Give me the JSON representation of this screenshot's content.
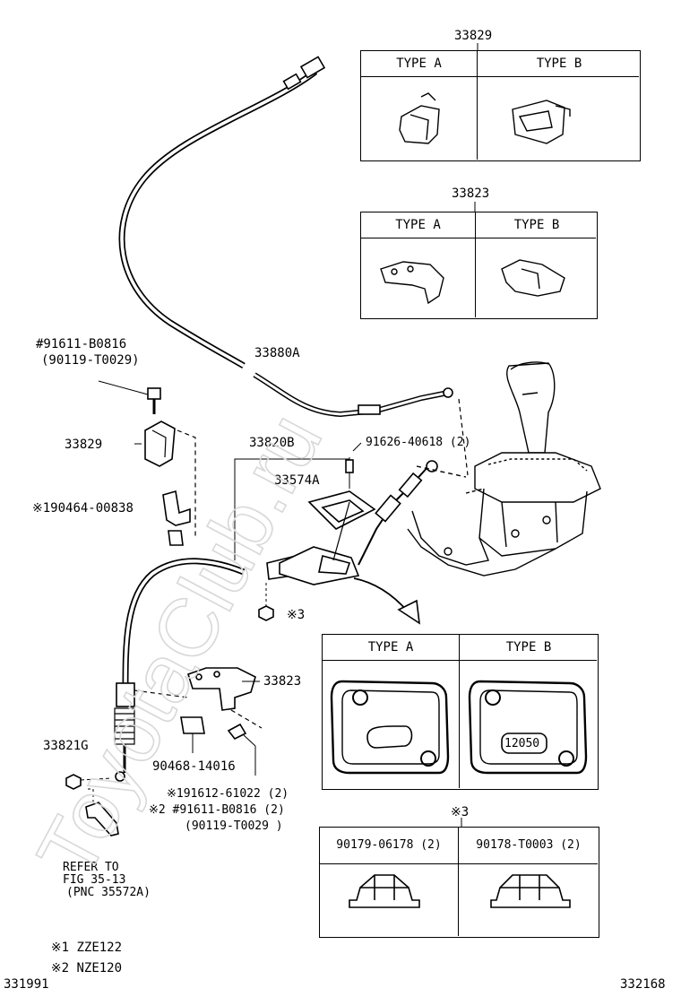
{
  "box_33829": {
    "part_no": "33829",
    "type_a": "TYPE A",
    "type_b": "TYPE B"
  },
  "box_33823": {
    "part_no": "33823",
    "type_a": "TYPE A",
    "type_b": "TYPE B"
  },
  "box_plate": {
    "type_a": "TYPE A",
    "type_b": "TYPE B",
    "stamp_b": "12050"
  },
  "box_nuts": {
    "mark": "※3",
    "nut_1": "90179-06178 (2)",
    "nut_2": "90178-T0003 (2)"
  },
  "labels": {
    "bolt_top": "#91611-B0816",
    "bolt_top_alt": "(90119-T0029)",
    "clamp_33829": "33829",
    "clip_190464": "※190464-00838",
    "cable_33880A": "33880A",
    "cable_33820B": "33820B",
    "plate_33574A": "33574A",
    "bolt_91626": "91626-40618 (2)",
    "nut_mark": "※3",
    "bracket_33823": "33823",
    "retainer_90468": "90468-14016",
    "clip_33821G": "33821G",
    "bolt_91612": "※191612-61022 (2)",
    "bolt_91611": "※2 #91611-B0816 (2)",
    "bolt_90119": "(90119-T0029 )",
    "refer_1": "REFER TO",
    "refer_2": "FIG 35-13",
    "refer_3": "(PNC 35572A)"
  },
  "legend": [
    {
      "mark": "※1",
      "model": "ZZE122"
    },
    {
      "mark": "※2",
      "model": "NZE120"
    }
  ],
  "footer": {
    "left_code": "331991",
    "right_code": "332168"
  },
  "watermark": "ToyotaClub.ru"
}
